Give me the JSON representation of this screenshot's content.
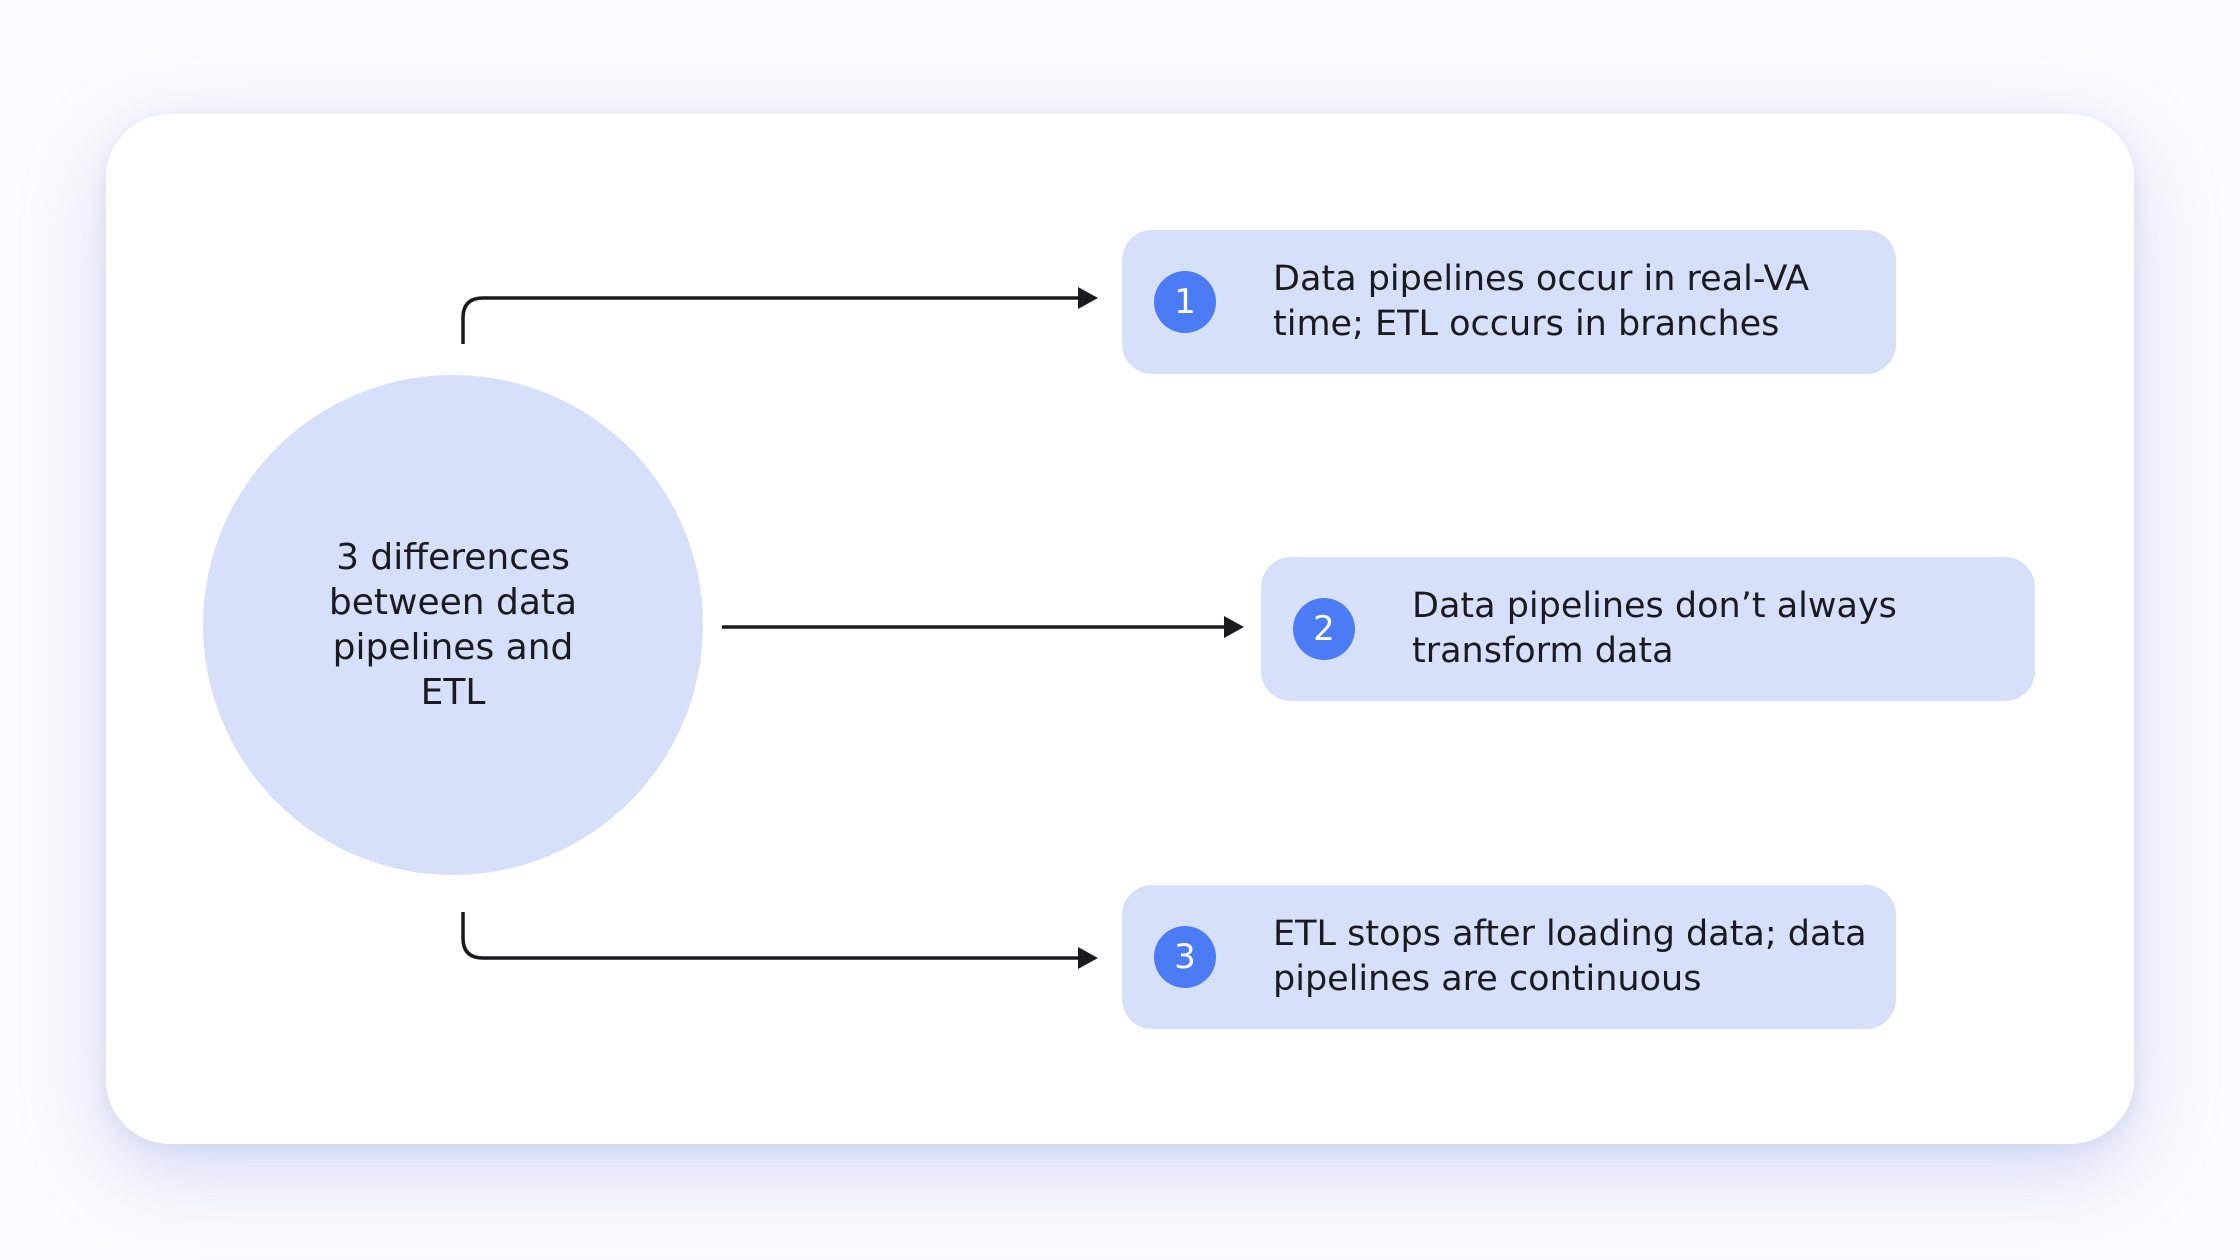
{
  "center": {
    "label": "3 differences between data pipelines and ETL"
  },
  "items": [
    {
      "number": "1",
      "text": "Data pipelines occur in real-VA time; ETL occurs in branches"
    },
    {
      "number": "2",
      "text": "Data pipelines don’t always transform data"
    },
    {
      "number": "3",
      "text": "ETL stops after loading data; data pipelines are continuous"
    }
  ],
  "colors": {
    "background": "#ffffff",
    "circle_fill": "#d6e0fb",
    "box_fill": "#d6e0fb",
    "badge_fill": "#4b7bf5",
    "text": "#1b1b1f",
    "arrow": "#1b1b1f"
  }
}
